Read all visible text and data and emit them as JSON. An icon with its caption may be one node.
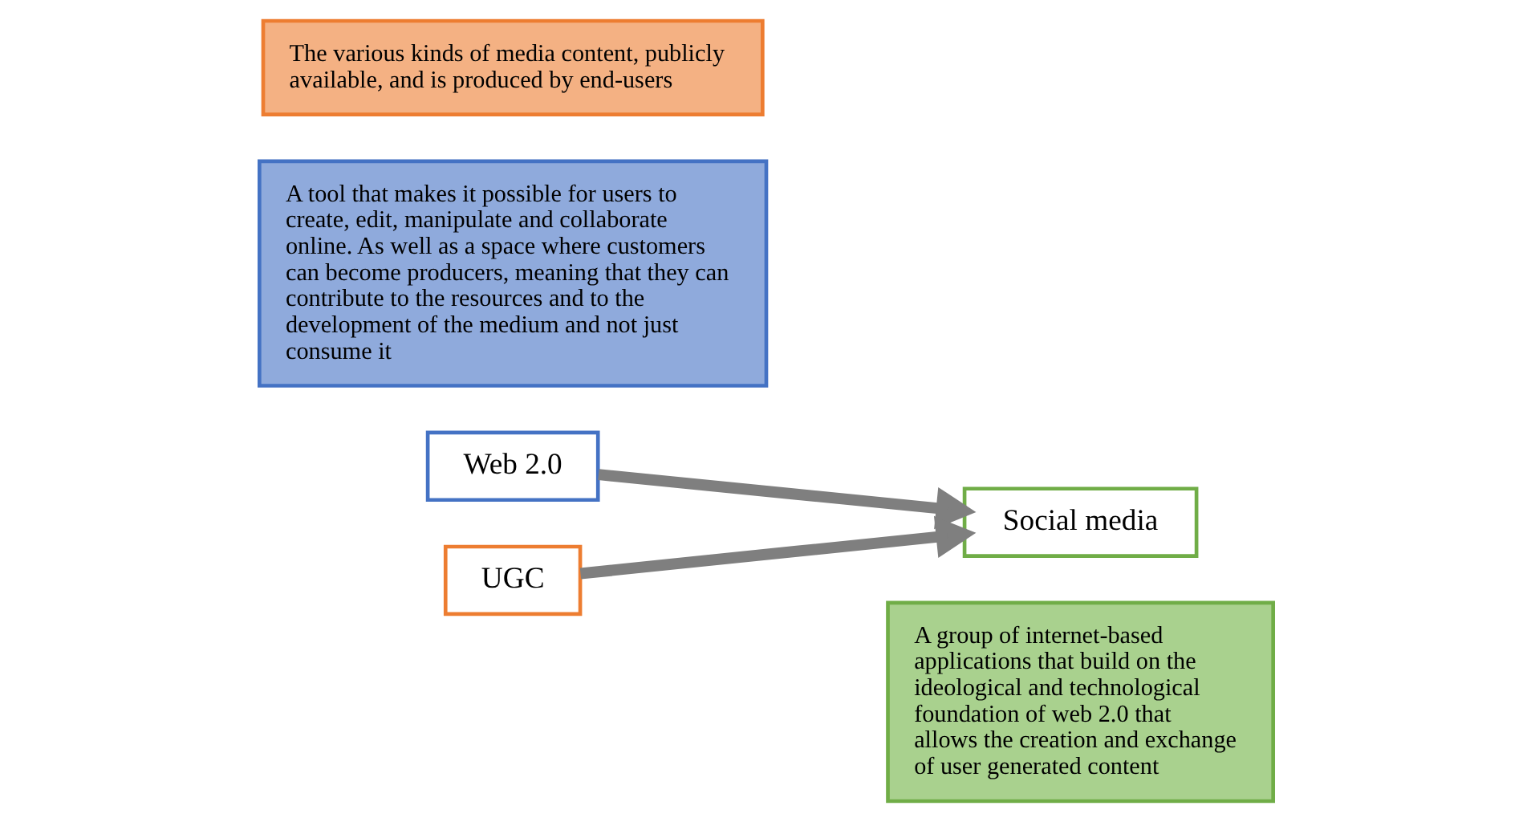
{
  "diagram": {
    "nodes": [
      {
        "text": [
          "A group of internet-based applications that build on the ideological and technological foundation of web 2.0 that allows the creation and exchange of user generated content"
        ]
      },
      {
        "text": [
          "Social media"
        ]
      },
      {
        "text": [
          "Web 2.0"
        ]
      },
      {
        "text": [
          "A tool that makes it possible for users to create, edit, manipulate and collaborate online. As well as a space where customers can become producers, meaning that they can contribute to the resources and to the development of the medium and not just consume it"
        ]
      },
      {
        "text": [
          "UGC"
        ]
      },
      {
        "text": [
          "The various kinds of media content, publicly available, and is produced by end-users"
        ]
      }
    ],
    "edges": [
      {
        "from": 2,
        "to": 1,
        "arrow": "to"
      },
      {
        "from": 4,
        "to": 1,
        "arrow": "to"
      }
    ]
  }
}
